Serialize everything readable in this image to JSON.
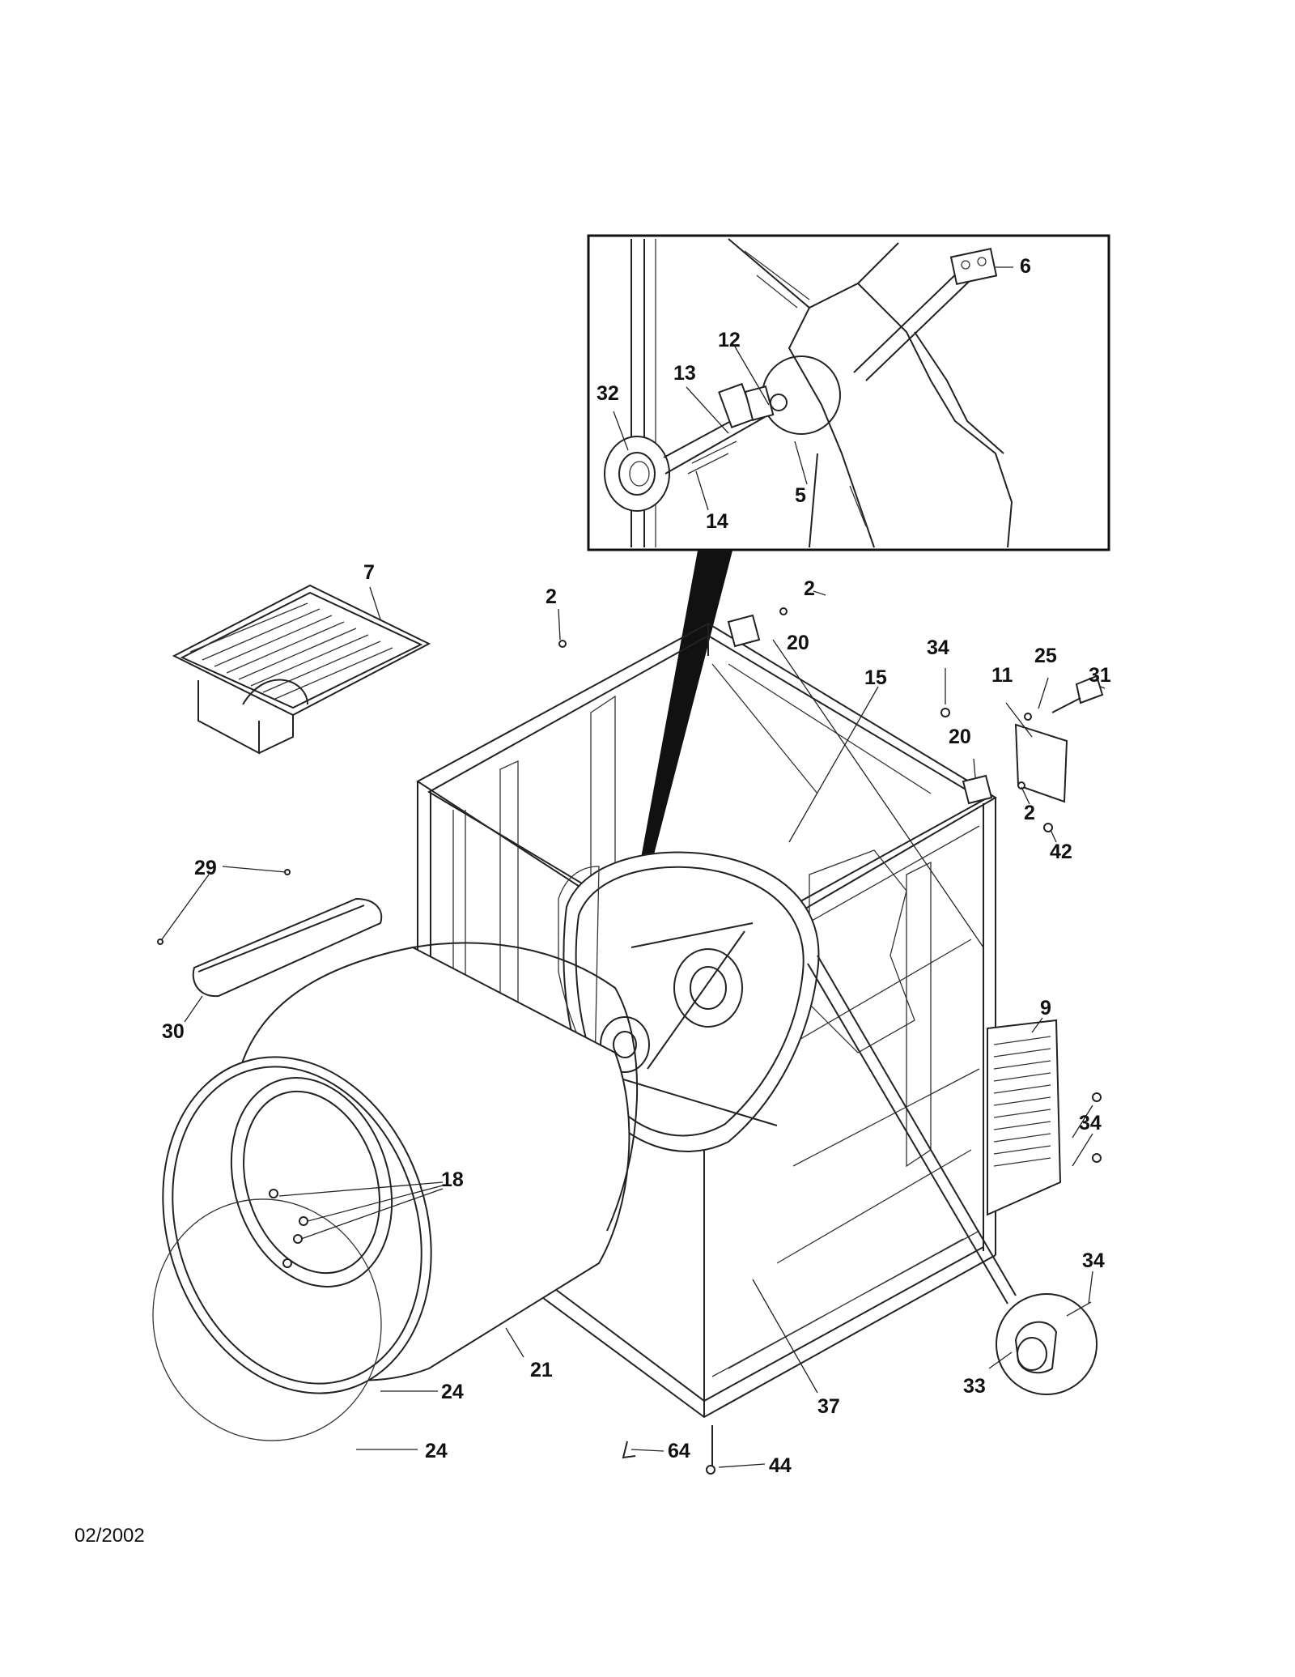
{
  "diagram": {
    "callouts": {
      "c6": "6",
      "c12": "12",
      "c13": "13",
      "c32": "32",
      "c14": "14",
      "c5": "5",
      "c7": "7",
      "c2a": "2",
      "c2b": "2",
      "c20a": "20",
      "c34a": "34",
      "c15": "15",
      "c25": "25",
      "c11": "11",
      "c31": "31",
      "c20b": "20",
      "c2c": "2",
      "c42": "42",
      "c29": "29",
      "c30": "30",
      "c9": "9",
      "c34b": "34",
      "c18": "18",
      "c34c": "34",
      "c21": "21",
      "c33": "33",
      "c37": "37",
      "c24a": "24",
      "c24b": "24",
      "c64": "64",
      "c44": "44"
    },
    "date": "02/2002"
  }
}
